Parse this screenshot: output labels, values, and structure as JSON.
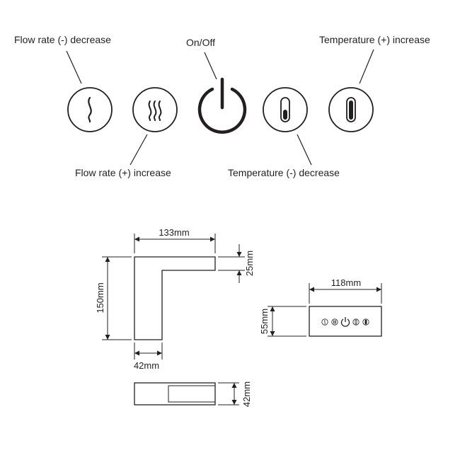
{
  "controls": {
    "flow_decrease": "Flow rate (-) decrease",
    "flow_increase": "Flow rate (+) increase",
    "on_off": "On/Off",
    "temp_decrease": "Temperature (-) decrease",
    "temp_increase": "Temperature (+) increase"
  },
  "dimensions": {
    "spout_length": "133mm",
    "spout_height": "150mm",
    "spout_outlet": "25mm",
    "spout_width": "42mm",
    "spout_depth": "42mm",
    "panel_width": "118mm",
    "panel_height": "55mm"
  },
  "colors": {
    "line": "#231f20",
    "background": "#ffffff"
  }
}
